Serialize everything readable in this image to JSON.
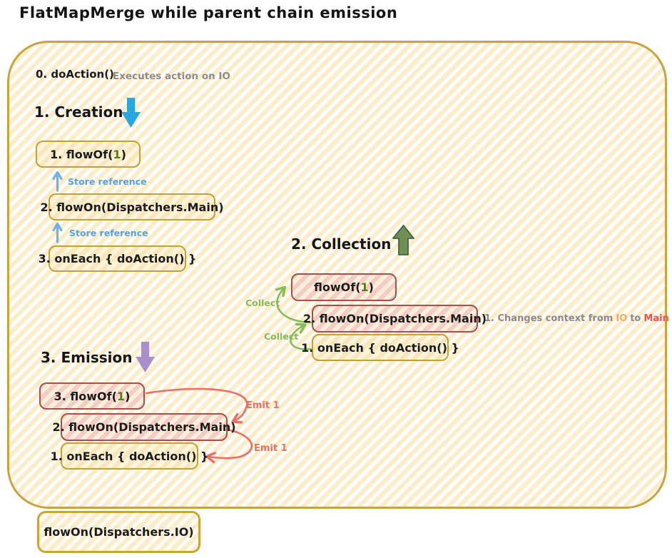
{
  "title": "FlatMapMerge while parent chain emission",
  "note": {
    "code": "0. doAction()",
    "description": "Executes action on IO"
  },
  "sections": {
    "creation": {
      "heading": "1. Creation",
      "arrow_icon": "blue-down-arrow-icon",
      "boxes": [
        {
          "parts": {
            "pre": "1. flowOf(",
            "arg": "1",
            "post": ")"
          }
        },
        {
          "label": "2. flowOn(Dispatchers.Main)"
        },
        {
          "label": "3. onEach { doAction() }"
        }
      ],
      "store_reference_label": "Store reference"
    },
    "collection": {
      "heading": "2. Collection",
      "arrow_icon": "green-up-arrow-icon",
      "boxes": [
        {
          "parts": {
            "pre": "flowOf(",
            "arg": "1",
            "post": ")"
          }
        },
        {
          "label": "2. flowOn(Dispatchers.Main)"
        },
        {
          "label": "1. onEach { doAction() }"
        }
      ],
      "collect_label": "Collect",
      "context_note": {
        "prefix": "1. Changes context from",
        "io": "IO",
        "connector": "to",
        "main": "Main"
      }
    },
    "emission": {
      "heading": "3. Emission",
      "arrow_icon": "purple-down-arrow-icon",
      "boxes": [
        {
          "parts": {
            "pre": "3. flowOf(",
            "arg": "1",
            "post": ")"
          }
        },
        {
          "label": "2. flowOn(Dispatchers.Main)"
        },
        {
          "label": "1. onEach { doAction() }"
        }
      ],
      "emit_label": "Emit 1"
    }
  },
  "footer_box": {
    "label": "flowOn(Dispatchers.IO)"
  },
  "colors": {
    "container_border": "#c9a43c",
    "yellow_box_border": "#c2a138",
    "pink_box_border": "#a6504d",
    "blue_arrow": "#2ba7e0",
    "store_reference_blue": "#55a1ea",
    "collect_green": "#84bd58",
    "collection_arrow_green": "#6f8f55",
    "purple_arrow": "#a98fcb",
    "emit_red": "#ee6e64",
    "io_orange": "#f4a966",
    "main_red": "#ef5350",
    "flow_arg_green": "#567d1a",
    "note_gray": "#8c8c8c"
  }
}
